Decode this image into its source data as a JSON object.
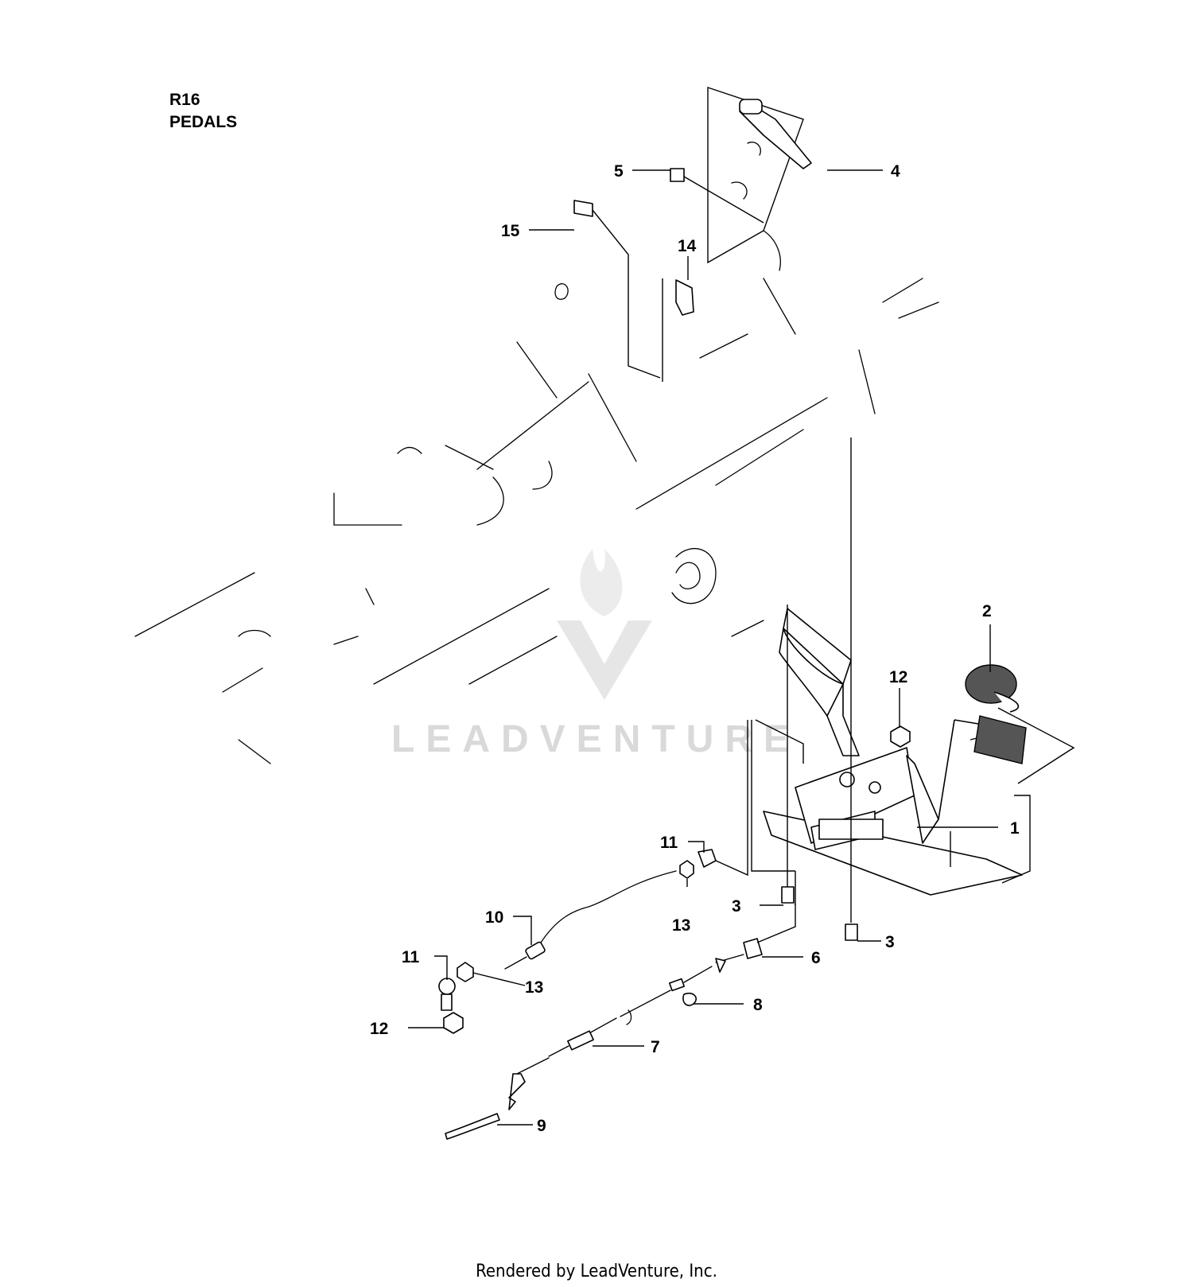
{
  "title": {
    "model": "R16",
    "name": "PEDALS"
  },
  "callouts": [
    {
      "label": "1"
    },
    {
      "label": "2"
    },
    {
      "label": "3"
    },
    {
      "label": "3"
    },
    {
      "label": "4"
    },
    {
      "label": "5"
    },
    {
      "label": "6"
    },
    {
      "label": "7"
    },
    {
      "label": "8"
    },
    {
      "label": "9"
    },
    {
      "label": "10"
    },
    {
      "label": "11"
    },
    {
      "label": "11"
    },
    {
      "label": "12"
    },
    {
      "label": "12"
    },
    {
      "label": "13"
    },
    {
      "label": "13"
    },
    {
      "label": "14"
    },
    {
      "label": "15"
    }
  ],
  "watermark": "LEADVENTURE",
  "footer": "Rendered by LeadVenture, Inc."
}
